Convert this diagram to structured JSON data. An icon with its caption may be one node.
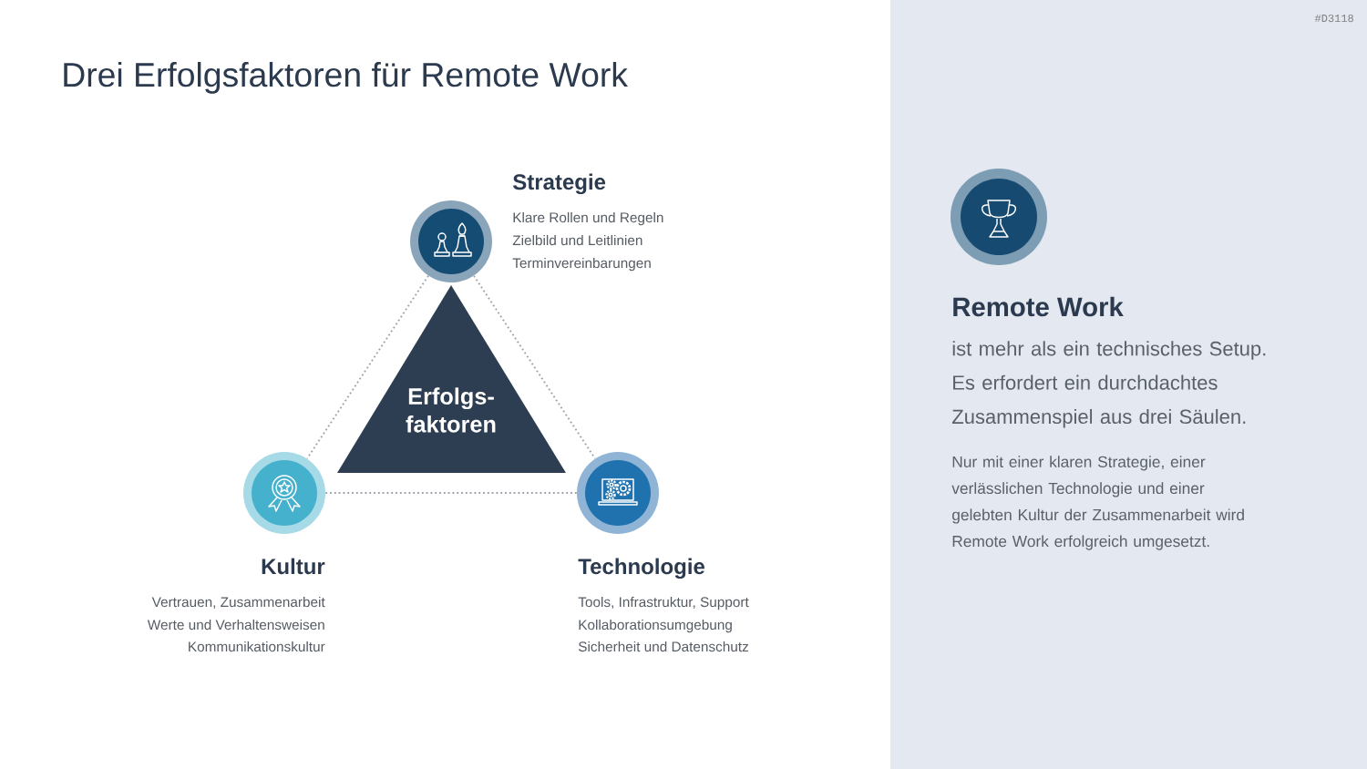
{
  "diagram": {
    "title": "Drei Erfolgsfaktoren für Remote Work",
    "nodes": [
      {
        "text": [
          "Erfolgs- faktoren"
        ]
      },
      {
        "text": [
          "Strategie",
          "Klare Rollen und Regeln",
          "Zielbild und Leitlinien",
          "Terminvereinbarungen"
        ]
      },
      {
        "text": [
          "Kultur",
          "Vertrauen, Zusammenarbeit",
          "Werte und Verhaltensweisen",
          "Kommunikationskultur"
        ]
      },
      {
        "text": [
          "Technologie",
          "Tools, Infrastruktur, Support",
          "Kollaborationsumgebung",
          "Sicherheit und Datenschutz"
        ]
      }
    ],
    "edges": [
      {
        "from": 1,
        "to": 2,
        "arrow": "none"
      },
      {
        "from": 1,
        "to": 3,
        "arrow": "none"
      },
      {
        "from": 2,
        "to": 3,
        "arrow": "none"
      }
    ],
    "labels": [
      "#D3118",
      "Remote Work",
      "ist mehr als ein technisches Setup. Es erfordert ein durchdachtes Zusammenspiel aus drei Säulen.",
      "Nur mit einer klaren Strategie, einer verlässlichen Technologie und einer gelebten Kultur der Zusammenarbeit wird Remote Work erfolgreich umgesetzt."
    ]
  }
}
